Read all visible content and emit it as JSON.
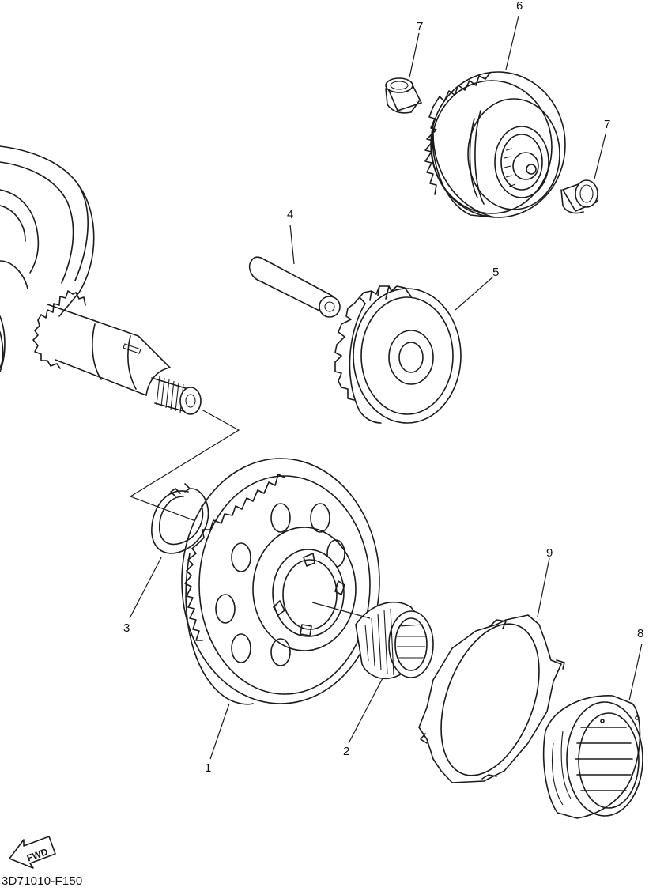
{
  "callouts": {
    "c1": "1",
    "c2": "2",
    "c3": "3",
    "c4": "4",
    "c5": "5",
    "c6": "6",
    "c7a": "7",
    "c7b": "7",
    "c8": "8",
    "c9": "9"
  },
  "fwd_label": "FWD",
  "doc_code": "3D71010-F150"
}
